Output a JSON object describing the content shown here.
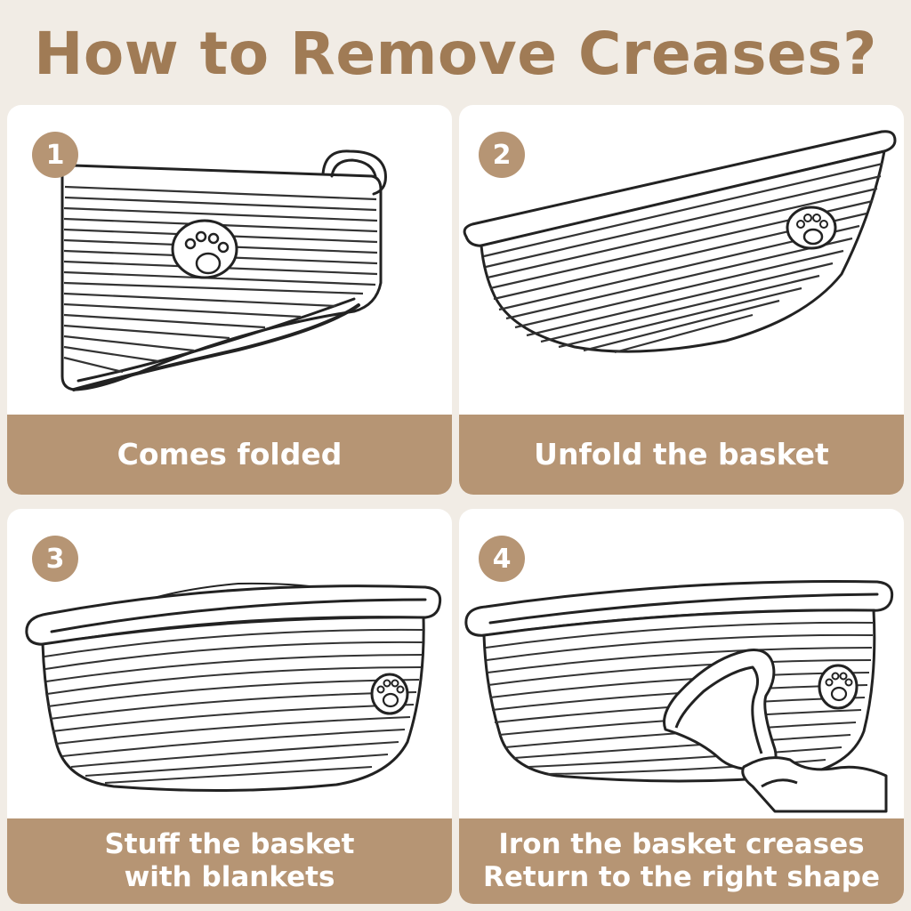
{
  "title": "How to Remove Creases?",
  "steps": [
    {
      "number": "1",
      "caption": [
        "Comes folded"
      ]
    },
    {
      "number": "2",
      "caption": [
        "Unfold the basket"
      ]
    },
    {
      "number": "3",
      "caption": [
        "Stuff the basket",
        "with blankets"
      ]
    },
    {
      "number": "4",
      "caption": [
        "Iron the basket creases",
        "Return to the right shape"
      ]
    }
  ],
  "colors": {
    "accent": "#b69574",
    "title": "#a07b55",
    "background": "#f1ece5",
    "card": "#ffffff",
    "line": "#222222"
  }
}
